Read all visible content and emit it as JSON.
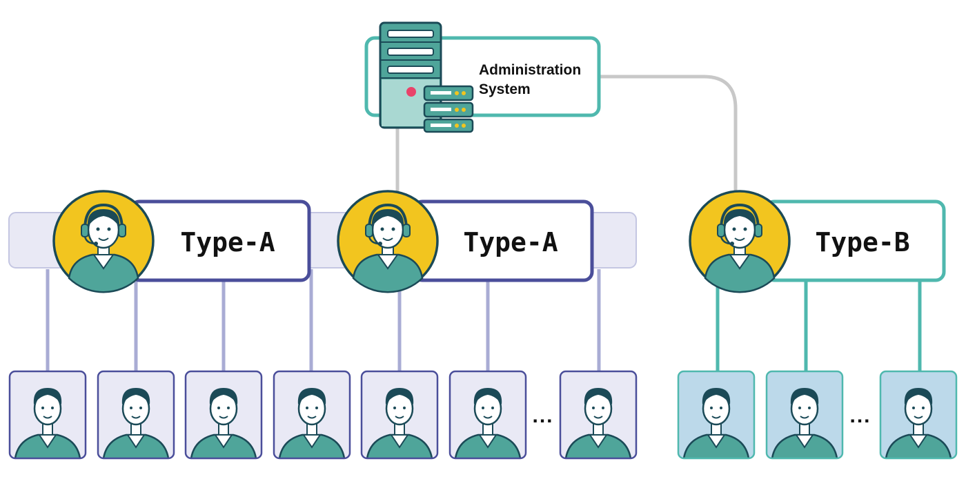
{
  "admin": {
    "line1": "Administration",
    "line2": "System"
  },
  "groups": [
    {
      "label": "Type-A"
    },
    {
      "label": "Type-A"
    },
    {
      "label": "Type-B"
    }
  ],
  "ellipsis_a": "...",
  "ellipsis_b": "...",
  "colors": {
    "navy": "#4a4e9a",
    "teal": "#4fb8ae",
    "lavender": "#e9e9f5",
    "gold": "#f2c51f",
    "dark": "#1b4a57",
    "connector": "#c8c8c8"
  }
}
